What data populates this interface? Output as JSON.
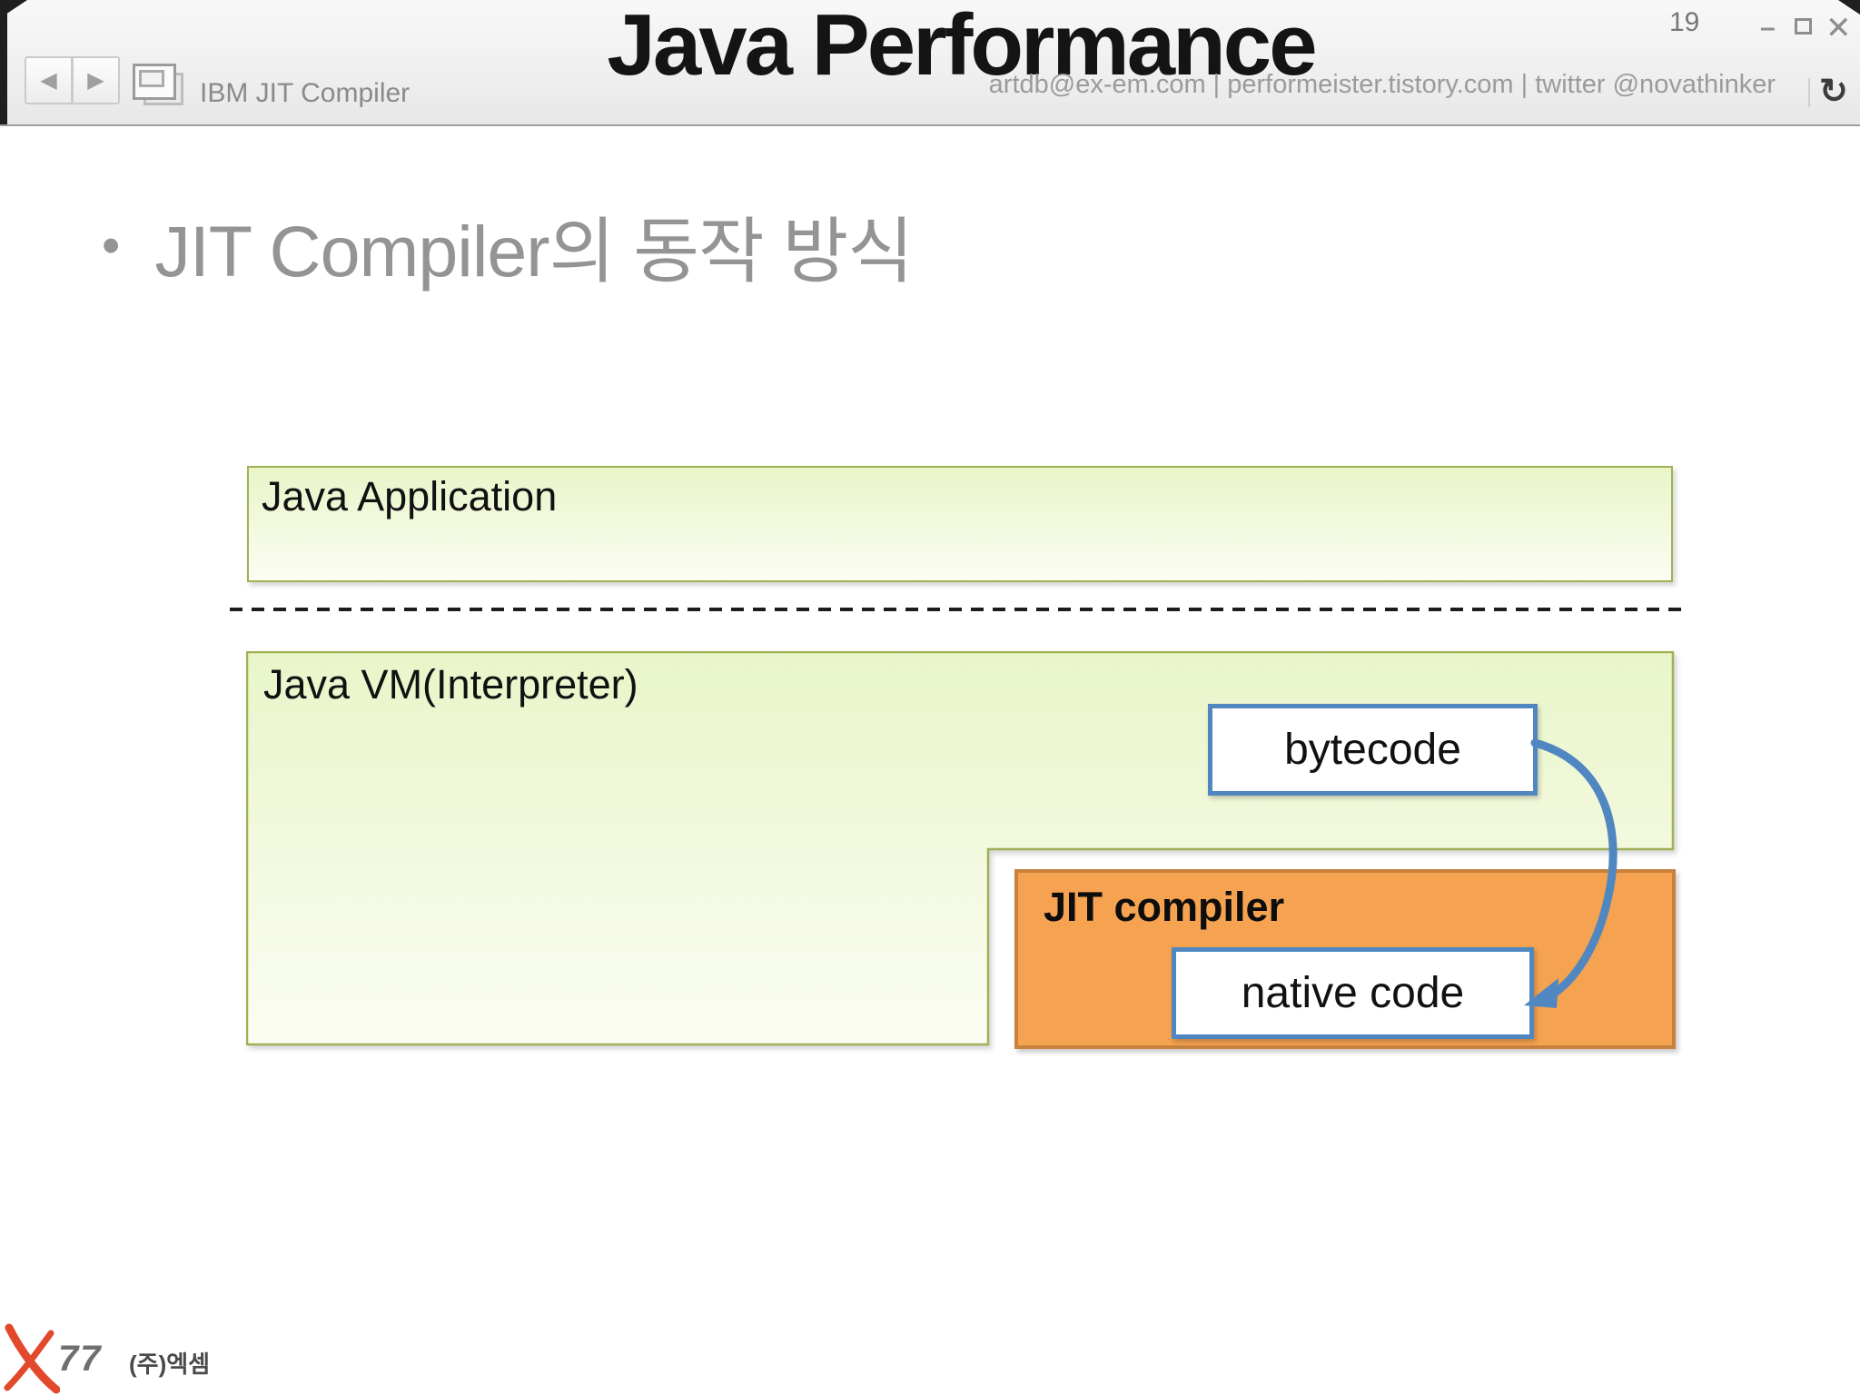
{
  "header": {
    "deck_title": "Java Performance",
    "section_label": "IBM JIT Compiler",
    "contact_line": "artdb@ex-em.com | performeister.tistory.com | twitter @novathinker",
    "page_number": "19",
    "nav": {
      "back_glyph": "◀",
      "forward_glyph": "▶"
    },
    "window_controls": {
      "minimize_glyph": "–",
      "close_glyph": "✕"
    },
    "refresh_glyph": "↻"
  },
  "slide": {
    "heading": {
      "bullet_glyph": "•",
      "text": "JIT Compiler의 동작 방식"
    },
    "diagram": {
      "java_application_label": "Java Application",
      "java_vm_label": "Java VM(Interpreter)",
      "bytecode_label": "bytecode",
      "jit_compiler_label": "JIT compiler",
      "native_code_label": "native code"
    },
    "colors": {
      "green_border": "#9fb156",
      "green_fill_top": "#e9f5c9",
      "green_fill_bottom": "#fbfdf2",
      "orange_fill": "#f5a350",
      "orange_border": "#c8823e",
      "blue_accent": "#5087c1"
    }
  },
  "footer": {
    "logo_mark": "77",
    "company": "(주)엑셈"
  }
}
